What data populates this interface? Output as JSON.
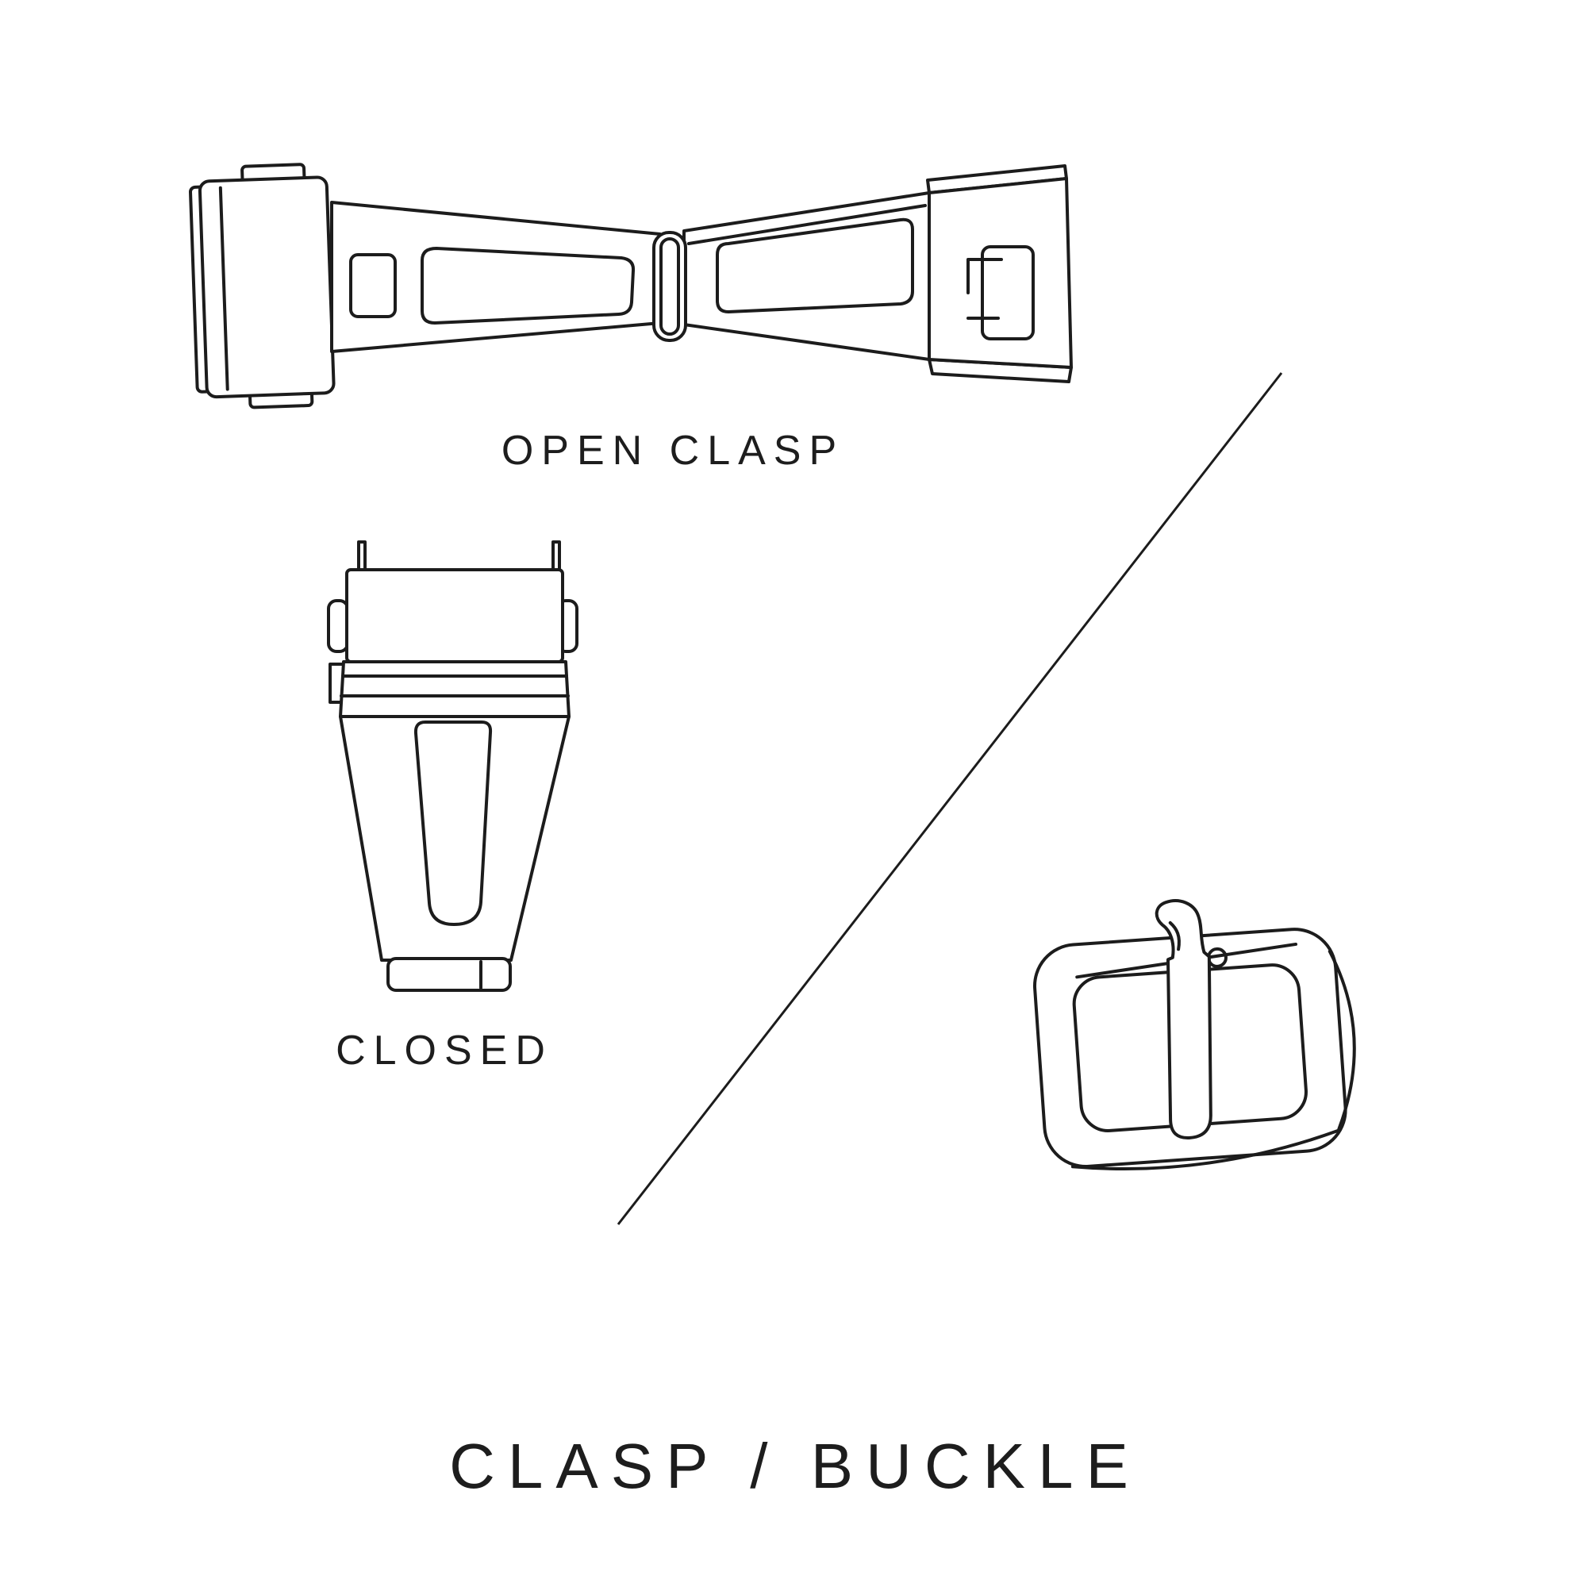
{
  "page": {
    "background_color": "#ffffff",
    "line_color": "#1c1c1c"
  },
  "captions": {
    "open_clasp": "OPEN CLASP",
    "closed": "CLOSED"
  },
  "title": "CLASP / BUCKLE",
  "illustrations": {
    "open_clasp": "open-deployant-clasp-drawing",
    "closed_clasp": "closed-deployant-clasp-drawing",
    "buckle": "tang-buckle-drawing",
    "divider": "diagonal-divider-line"
  }
}
